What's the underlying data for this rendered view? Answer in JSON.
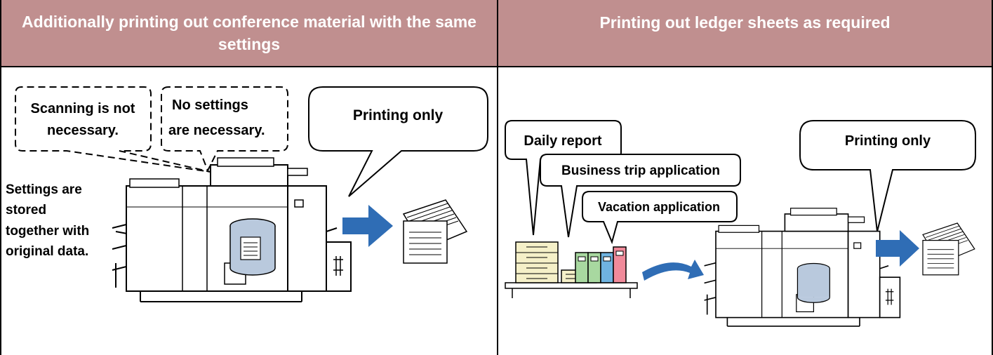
{
  "left_panel": {
    "header": "Additionally printing out conference material with the same settings",
    "bubble_scanning": [
      "Scanning is not",
      "necessary."
    ],
    "bubble_settings": [
      "No settings",
      "are necessary."
    ],
    "bubble_printing": "Printing only",
    "caption": [
      "Settings are",
      "stored",
      "together with",
      "original data."
    ]
  },
  "right_panel": {
    "header": "Printing out ledger sheets as required",
    "bubble_daily": "Daily report",
    "bubble_trip": "Business trip application",
    "bubble_vacation": "Vacation application",
    "bubble_printing": "Printing only"
  },
  "colors": {
    "header_bg": "#c08f8f",
    "arrow": "#2f6db5",
    "binder_green": "#a8d8a0",
    "binder_blue": "#6fb3e0",
    "binder_pink": "#f08a9a",
    "shelf_yellow": "#f5f0c8"
  }
}
